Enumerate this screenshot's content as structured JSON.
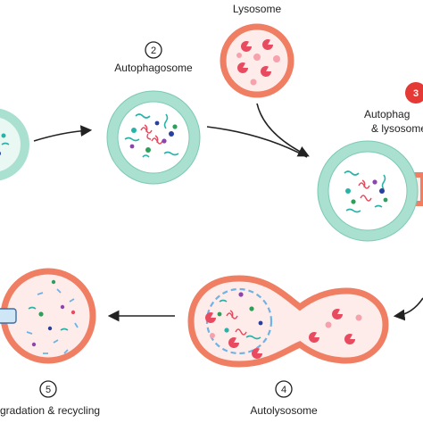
{
  "labels": {
    "lysosome": "Lysosome",
    "autophagosome": "Autophagosome",
    "fusion_line1": "Autophag",
    "fusion_line2": "& lysosome",
    "autolysosome": "Autolysosome",
    "degradation": "gradation & recycling"
  },
  "steps": {
    "step2": "2",
    "step3": "3",
    "step4": "4",
    "step5": "5"
  },
  "colors": {
    "outer_ring": "#f07e63",
    "outer_ring_dark": "#e2674d",
    "lumen": "#fdecea",
    "autophagosome_ring": "#a9e0d0",
    "autophagosome_ring_edge": "#7cc9b5",
    "step3_badge": "#e53935",
    "enzyme": "#e84a5f",
    "cargo_teal": "#27b3a7",
    "cargo_blue": "#2a3f9e",
    "cargo_purple": "#8e44ad",
    "cargo_green": "#2e9e5b",
    "arrow": "#222222"
  }
}
